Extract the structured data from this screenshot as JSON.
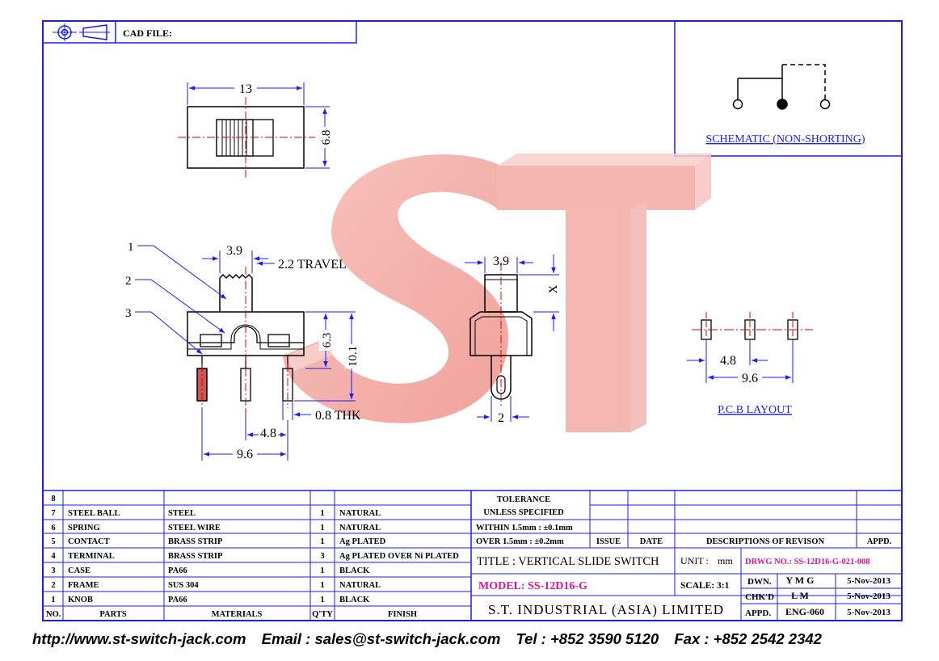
{
  "header": {
    "cad_file_label": "CAD FILE:"
  },
  "schematic": {
    "title": "SCHEMATIC (NON-SHORTING)"
  },
  "watermark": {
    "text": "ST"
  },
  "top_view": {
    "width_dim": "13",
    "height_dim": "6.8"
  },
  "front_view": {
    "callouts": [
      "1",
      "2",
      "3"
    ],
    "knob_width": "3.9",
    "travel": "2.2 TRAVEL",
    "body_height": "6.3",
    "total_height": "10.1",
    "thickness": "0.8 THK",
    "pitch": "4.8",
    "span": "9.6"
  },
  "side_view": {
    "knob_width": "3.9",
    "x_label": "X",
    "pin_width": "2"
  },
  "pcb": {
    "pitch": "4.8",
    "span": "9.6",
    "title": "P.C.B LAYOUT"
  },
  "bom": {
    "rows": [
      {
        "no": "8",
        "part": "",
        "material": "",
        "qty": "",
        "finish": ""
      },
      {
        "no": "7",
        "part": "STEEL BALL",
        "material": "STEEL",
        "qty": "1",
        "finish": "NATURAL"
      },
      {
        "no": "6",
        "part": "SPRING",
        "material": "STEEL WIRE",
        "qty": "1",
        "finish": "NATURAL"
      },
      {
        "no": "5",
        "part": "CONTACT",
        "material": "BRASS STRIP",
        "qty": "1",
        "finish": "Ag PLATED"
      },
      {
        "no": "4",
        "part": "TERMINAL",
        "material": "BRASS STRIP",
        "qty": "3",
        "finish": "Ag PLATED OVER Ni PLATED"
      },
      {
        "no": "3",
        "part": "CASE",
        "material": "PA66",
        "qty": "1",
        "finish": "BLACK"
      },
      {
        "no": "2",
        "part": "FRAME",
        "material": "SUS 304",
        "qty": "1",
        "finish": "NATURAL"
      },
      {
        "no": "1",
        "part": "KNOB",
        "material": "PA66",
        "qty": "1",
        "finish": "BLACK"
      }
    ],
    "headers": {
      "no": "NO.",
      "part": "PARTS",
      "material": "MATERIALS",
      "qty": "Q'TY",
      "finish": "FINISH"
    }
  },
  "tolerance": {
    "line1": "TOLERANCE",
    "line2": "UNLESS SPECIFIED",
    "line3": "WITHIN 1.5mm : ±0.1mm",
    "line4": "OVER 1.5mm : ±0.2mm"
  },
  "revision": {
    "issue": "ISSUE",
    "date": "DATE",
    "desc": "DESCRIPTIONS OF REVISON",
    "appd": "APPD."
  },
  "title_block": {
    "title": "TITLE : VERTICAL SLIDE SWITCH",
    "unit_label": "UNIT :",
    "unit": "mm",
    "drwg_no": "DRWG NO.: SS-12D16-G-021-008",
    "model": "MODEL: SS-12D16-G",
    "scale": "SCALE:  3:1",
    "dwn_label": "DWN.",
    "dwn": "Y M G",
    "dwn_date": "5-Nov-2013",
    "chkd_label": "CHK'D",
    "chkd": "L M",
    "chkd_date": "5-Nov-2013",
    "appd_label": "APPD.",
    "appd": "ENG-060",
    "appd_date": "5-Nov-2013",
    "company": "S.T. INDUSTRIAL (ASIA) LIMITED"
  },
  "footer": {
    "web": "http://www.st-switch-jack.com",
    "email": "Email : sales@st-switch-jack.com",
    "tel": "Tel : +852 3590 5120",
    "fax": "Fax : +852 2542 2342"
  },
  "colors": {
    "frame": "#1a1aff",
    "center_line": "#e00000",
    "magenta": "#e0119a",
    "watermark": "#f2a59f"
  }
}
